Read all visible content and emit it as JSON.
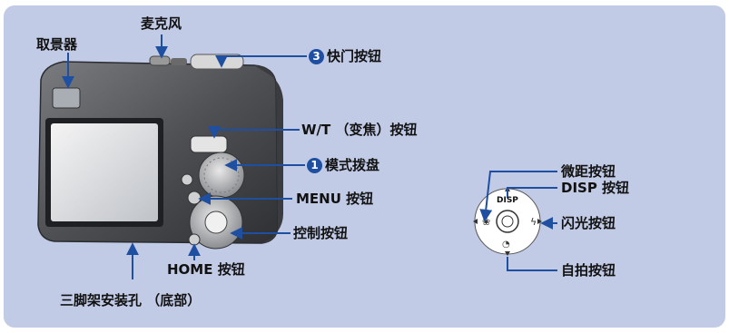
{
  "labels": {
    "viewfinder": "取景器",
    "microphone": "麦克风",
    "shutter_num": "3",
    "shutter": "快门按钮",
    "zoom": "W/T （变焦）按钮",
    "mode_num": "1",
    "mode_dial": "模式拨盘",
    "menu": "MENU 按钮",
    "control": "控制按钮",
    "home": "HOME 按钮",
    "tripod": "三脚架安装孔 （底部）",
    "macro": "微距按钮",
    "disp": "DISP 按钮",
    "flash": "闪光按钮",
    "self_timer": "自拍按钮",
    "disp_mark": "DISP"
  },
  "colors": {
    "panel": "#c2cbe6",
    "leader_line": "#1f4fa0",
    "number_badge": "#1f4fa0"
  }
}
